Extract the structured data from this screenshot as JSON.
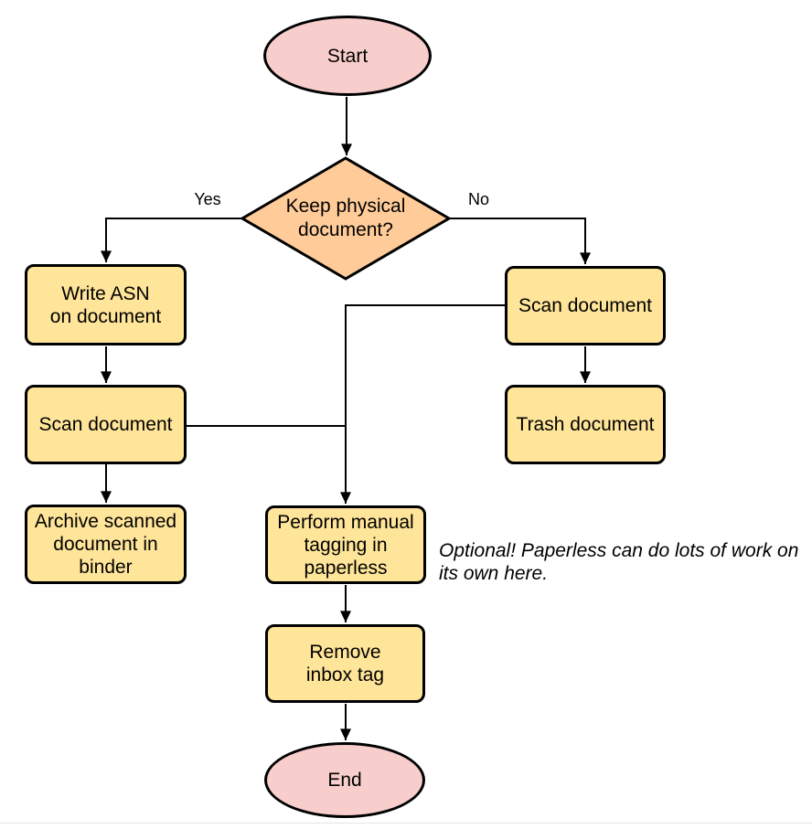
{
  "diagram": {
    "nodes": {
      "start": "Start",
      "decision": "Keep physical\ndocument?",
      "write_asn": "Write ASN\non document",
      "scan_left": "Scan document",
      "archive": "Archive scanned\ndocument in\nbinder",
      "scan_right": "Scan document",
      "trash": "Trash document",
      "tagging": "Perform manual\ntagging in\npaperless",
      "remove_inbox": "Remove\ninbox tag",
      "end": "End"
    },
    "edge_labels": {
      "yes": "Yes",
      "no": "No"
    },
    "note": "Optional! Paperless can do lots of work on\nits own here.",
    "colors": {
      "terminator_fill": "#f8cecc",
      "decision_fill": "#ffcc99",
      "process_fill": "#ffe599",
      "stroke": "#000000",
      "divider": "#e4e4e4"
    }
  }
}
